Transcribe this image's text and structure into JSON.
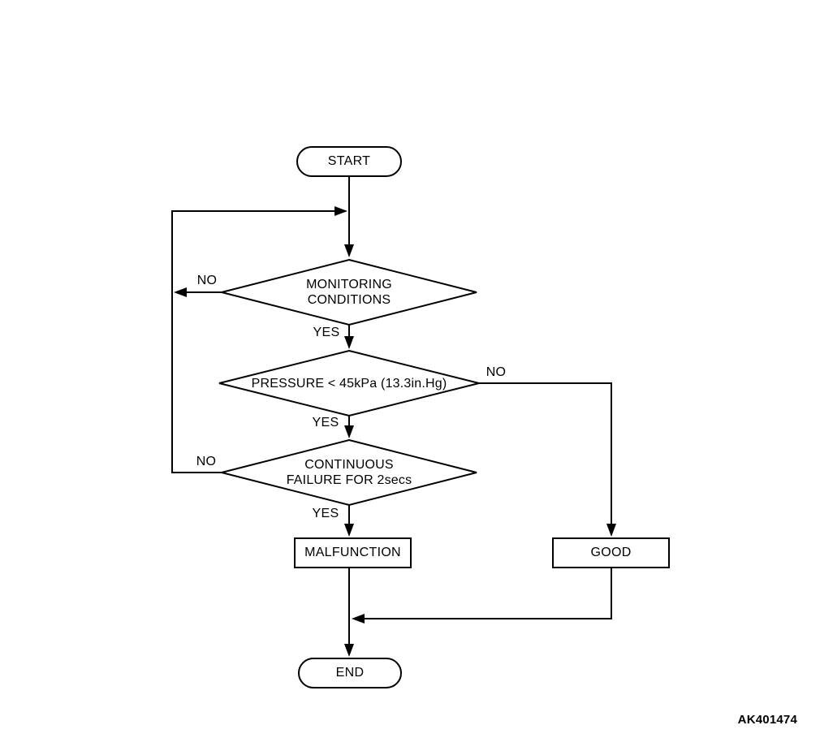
{
  "figure": {
    "code": "AK401474",
    "background": "#ffffff",
    "line_color": "#000000"
  },
  "flowchart": {
    "nodes": {
      "start": {
        "type": "terminator",
        "label": "START"
      },
      "monitoring_conditions": {
        "type": "decision",
        "label": "MONITORING CONDITIONS",
        "lines": [
          "MONITORING",
          "CONDITIONS"
        ]
      },
      "pressure_check": {
        "type": "decision",
        "label": "PRESSURE < 45kPa (13.3in.Hg)"
      },
      "continuous_failure": {
        "type": "decision",
        "label": "CONTINUOUS FAILURE FOR 2secs",
        "lines": [
          "CONTINUOUS",
          "FAILURE FOR 2secs"
        ]
      },
      "malfunction": {
        "type": "process",
        "label": "MALFUNCTION"
      },
      "good": {
        "type": "process",
        "label": "GOOD"
      },
      "end": {
        "type": "terminator",
        "label": "END"
      }
    },
    "edge_labels": {
      "monitoring_no": "NO",
      "monitoring_yes": "YES",
      "pressure_no": "NO",
      "pressure_yes": "YES",
      "continuous_no": "NO",
      "continuous_yes": "YES"
    }
  }
}
